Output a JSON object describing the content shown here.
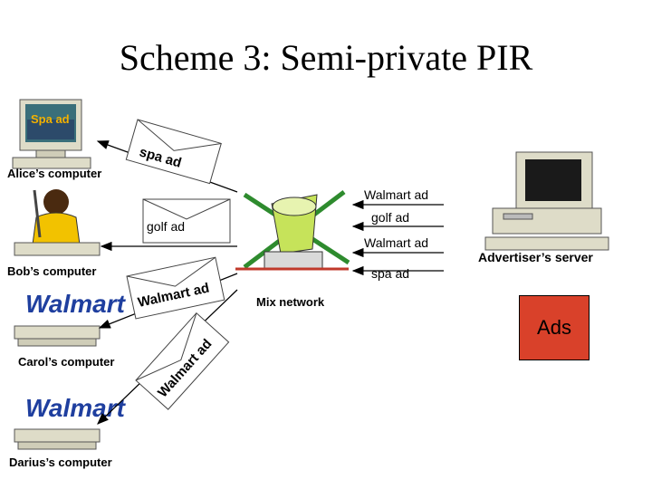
{
  "title": "Scheme 3: Semi-private PIR",
  "nodes": {
    "alice": "Alice’s computer",
    "bob": "Bob’s computer",
    "carol": "Carol’s computer",
    "darius": "Darius’s computer",
    "mix": "Mix network",
    "server": "Advertiser’s server",
    "ads": "Ads"
  },
  "screens": {
    "alice_screen": "Spa ad",
    "walmart_logo_carol": "Walmart",
    "walmart_logo_darius": "Walmart"
  },
  "arrows": {
    "walmart_in_1": "Walmart ad",
    "golf_in": "golf ad",
    "walmart_in_2": "Walmart ad",
    "spa_in": "spa ad"
  },
  "envelopes": {
    "alice": "spa ad",
    "bob": "golf ad",
    "carol": "Walmart ad",
    "darius": "Walmart ad"
  },
  "colors": {
    "ads_box": "#d9412a",
    "alice_screen_text": "#f2b100",
    "walmart_logo": "#1f3f9f",
    "beige": "#dedcc8"
  }
}
